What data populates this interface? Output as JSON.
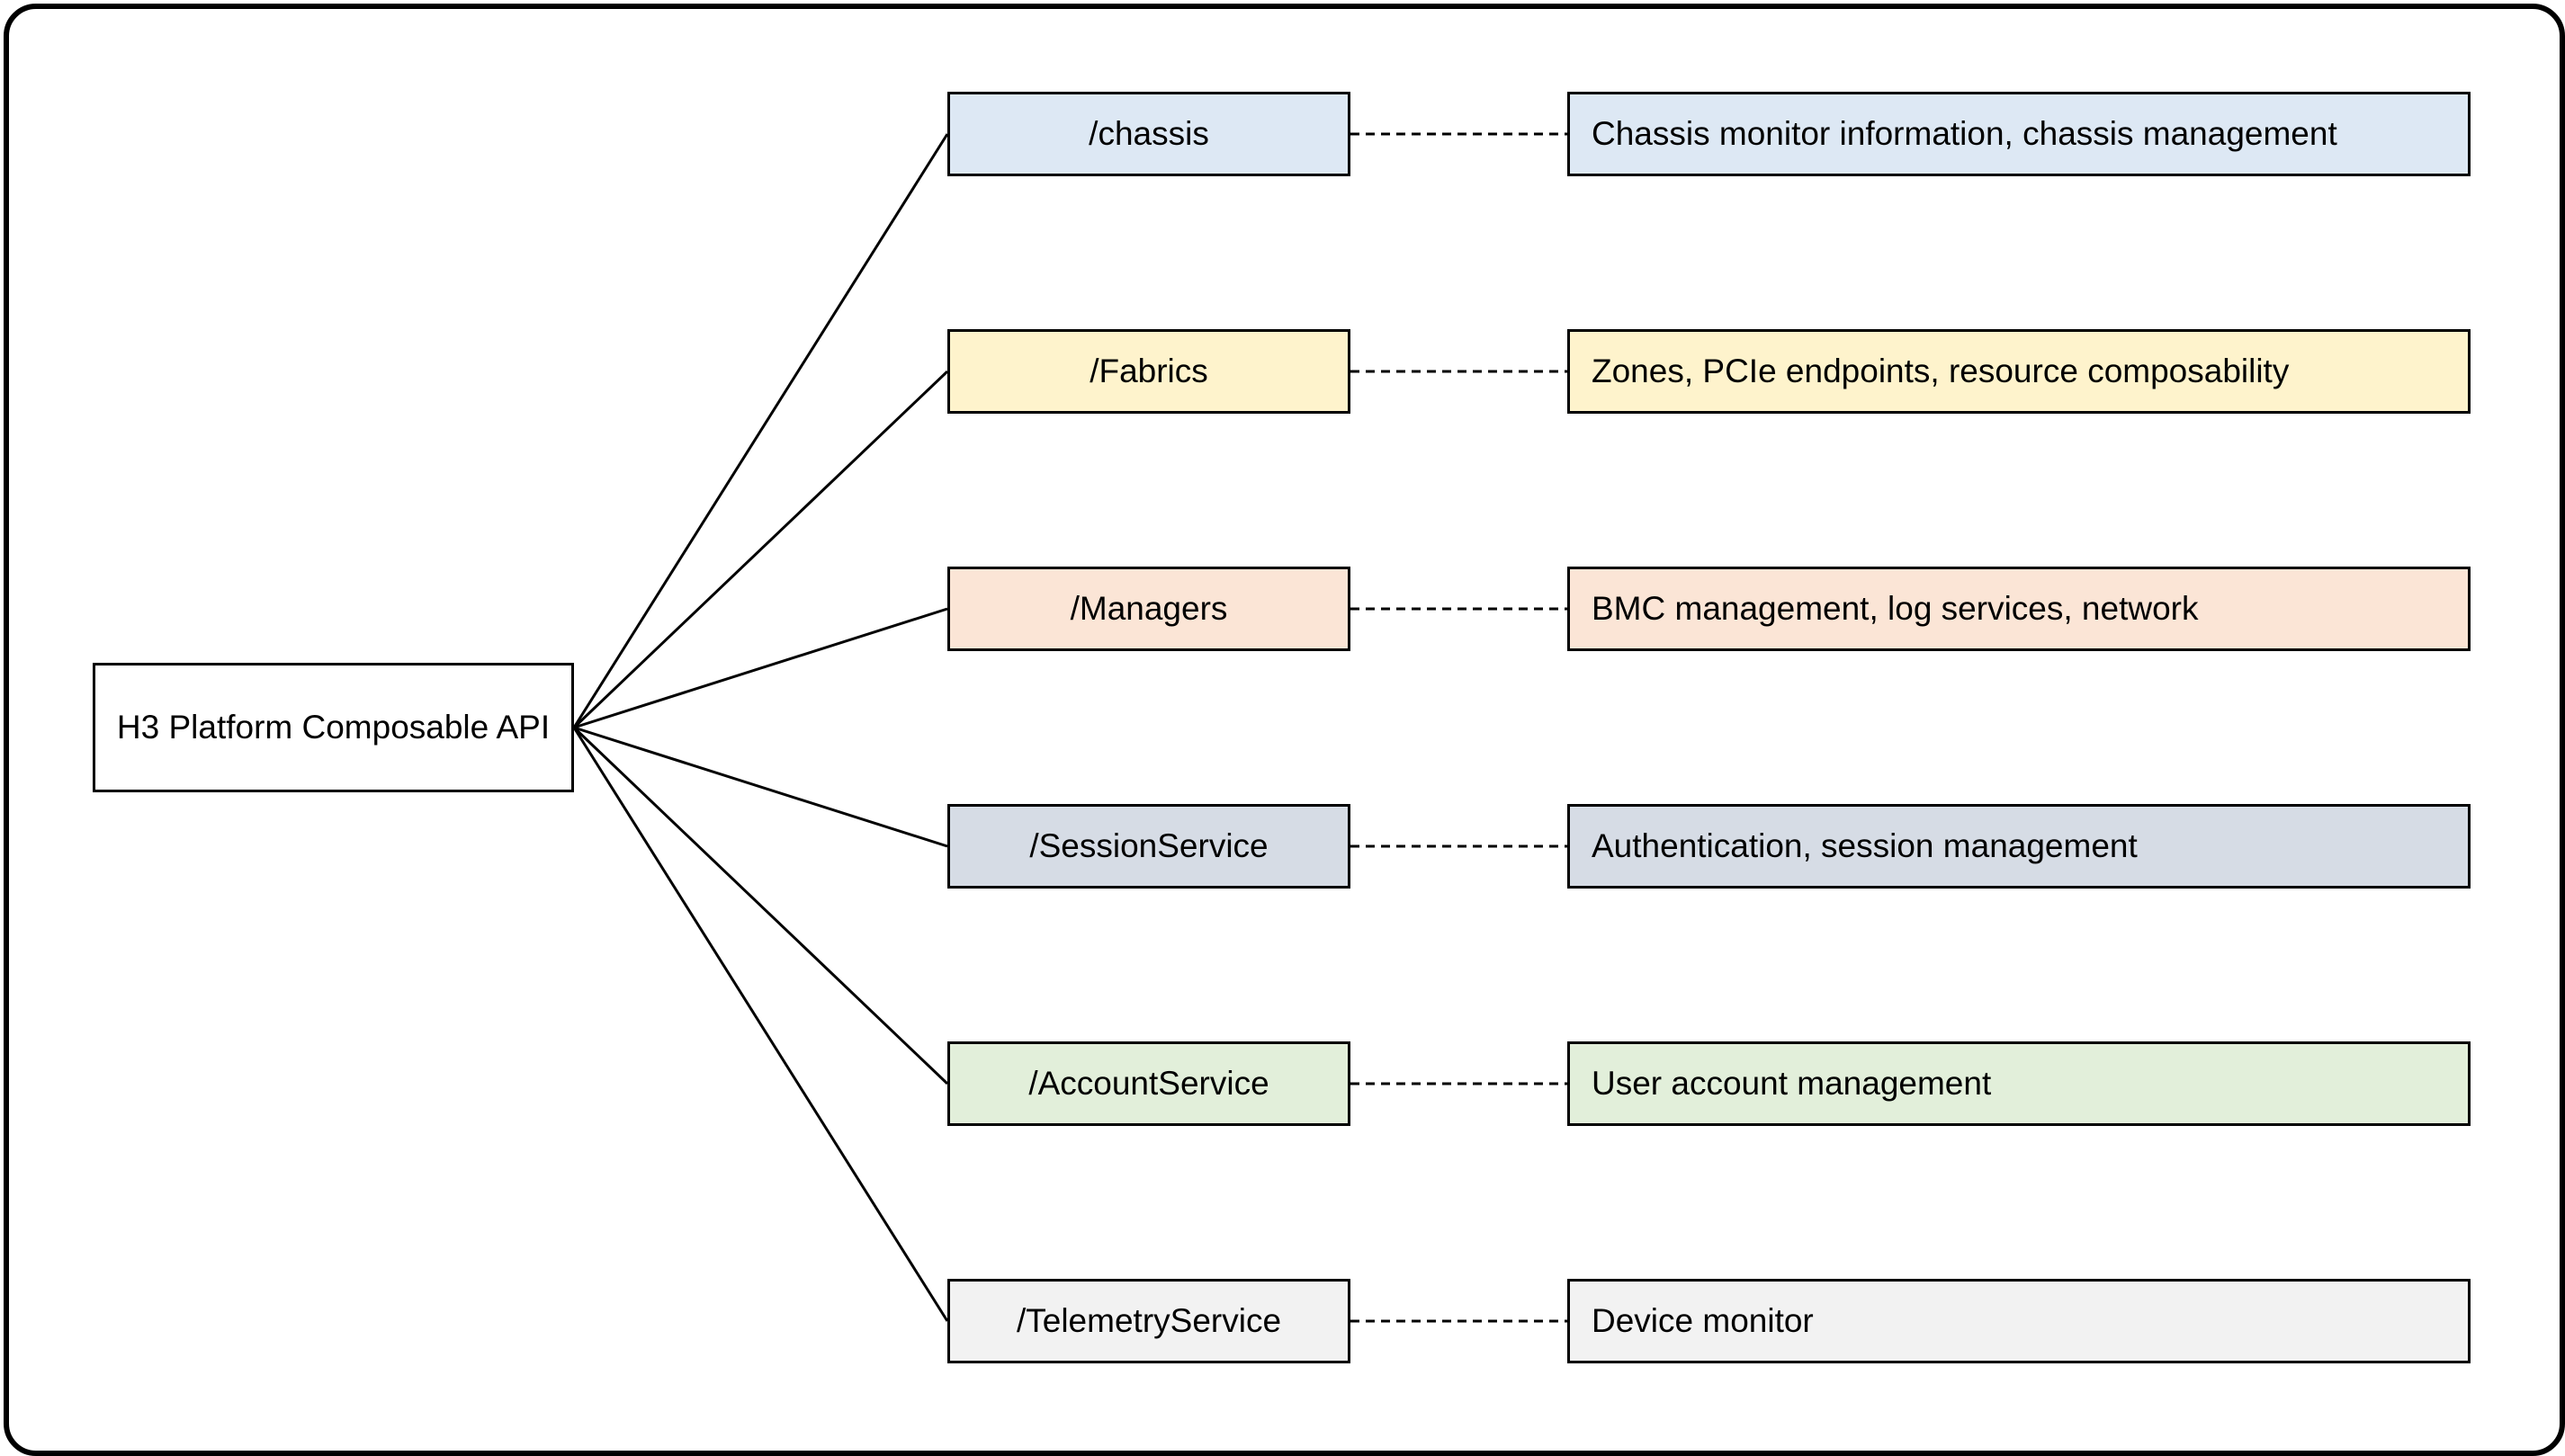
{
  "diagram": {
    "root": {
      "label": "H3 Platform Composable API"
    },
    "branches": [
      {
        "endpoint": "/chassis",
        "description": "Chassis monitor information, chassis management",
        "fill": "#dde8f4"
      },
      {
        "endpoint": "/Fabrics",
        "description": "Zones, PCIe endpoints, resource composability",
        "fill": "#fef3cc"
      },
      {
        "endpoint": "/Managers",
        "description": "BMC management, log services, network",
        "fill": "#fbe5d6"
      },
      {
        "endpoint": "/SessionService",
        "description": "Authentication, session management",
        "fill": "#d6dce5"
      },
      {
        "endpoint": "/AccountService",
        "description": "User account management",
        "fill": "#e2efda"
      },
      {
        "endpoint": "/TelemetryService",
        "description": "Device monitor",
        "fill": "#f2f2f2"
      }
    ],
    "colors": {
      "stroke": "#000000",
      "frame": "#000000",
      "root_fill": "#ffffff"
    }
  }
}
